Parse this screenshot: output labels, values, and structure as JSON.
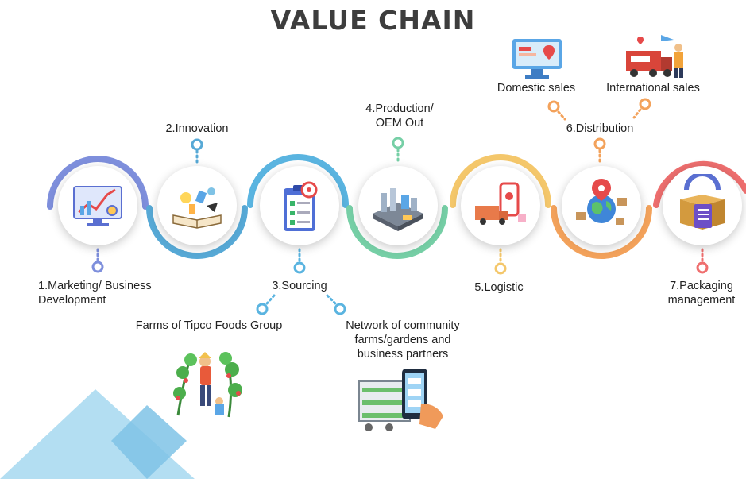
{
  "title": "VALUE CHAIN",
  "steps": {
    "s1": "1.Marketing/ Business\nDevelopment",
    "s2": "2.Innovation",
    "s3": "3.Sourcing",
    "s4": "4.Production/\nOEM Out",
    "s5": "5.Logistic",
    "s6": "6.Distribution",
    "s7": "7.Packaging\nmanagement"
  },
  "sub": {
    "farms": "Farms of Tipco Foods Group",
    "network": "Network of community\nfarms/gardens and\nbusiness partners",
    "domestic": "Domestic sales",
    "international": "International sales"
  },
  "colors": {
    "s1": "#7e8fdc",
    "s2": "#57a9d6",
    "s3": "#5ab4e0",
    "s4": "#76cfa6",
    "s5": "#f4c76b",
    "s6": "#f3a25b",
    "s7": "#ef6f6f",
    "triangle": "#9dd3ee"
  },
  "icons": {
    "s1": "analytics-monitor-icon",
    "s2": "open-book-ideas-icon",
    "s3": "clipboard-target-icon",
    "s4": "factory-icon",
    "s5": "delivery-truck-phone-icon",
    "s6": "globe-parcels-icon",
    "s7": "box-clipboard-icon",
    "farms": "farmer-plants-icon",
    "network": "smart-farm-phone-icon",
    "domestic": "computer-map-icon",
    "international": "export-truck-icon"
  }
}
